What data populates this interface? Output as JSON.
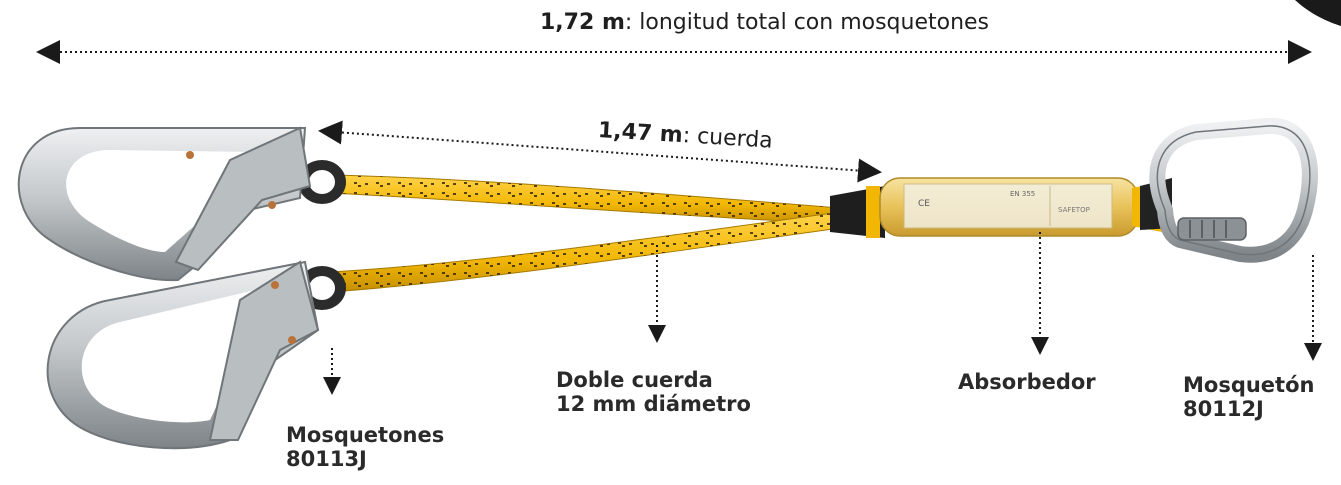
{
  "title": {
    "bold": "1,72 m",
    "rest": ": longitud total con mosquetones"
  },
  "rope_length": {
    "bold": "1,47 m",
    "rest": ": cuerda"
  },
  "callouts": {
    "hooks": [
      "Mosquetones",
      "80113J"
    ],
    "rope": [
      "Doble cuerda",
      "12 mm diámetro"
    ],
    "absorber": [
      "Absorbedor"
    ],
    "carabiner": [
      "Mosquetón",
      "80112J"
    ]
  },
  "absorber_label": {
    "brand": "SAFETOP",
    "code": "EN 355",
    "ce": "CE"
  },
  "colors": {
    "rope_yellow": "#f2b705",
    "rope_dark": "#3a2a10",
    "metal": "#c9ccce",
    "metal_dark": "#8d9296",
    "absorber": "#e9c55a",
    "text": "#1f1f1f"
  }
}
